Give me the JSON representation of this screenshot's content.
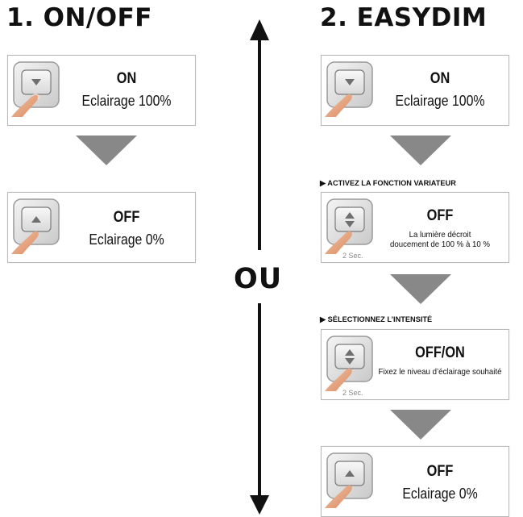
{
  "left": {
    "heading": "1. ON/OFF",
    "cards": [
      {
        "title": "ON",
        "sub": "Eclairage 100%",
        "button": "down"
      },
      {
        "title": "OFF",
        "sub": "Eclairage 0%",
        "button": "up"
      }
    ]
  },
  "divider": {
    "label": "OU"
  },
  "right": {
    "heading": "2. EASYDIM",
    "step1_label": "▶ ACTIVEZ LA FONCTION VARIATEUR",
    "step2_label": "▶ SÉLECTIONNEZ L’INTENSITÉ",
    "cards": [
      {
        "title": "ON",
        "sub": "Eclairage 100%",
        "button": "down"
      },
      {
        "title": "OFF",
        "sub_line1": "La lumière décroit",
        "sub_line2": "doucement de 100 % à 10 %",
        "sec": "2 Sec.",
        "button": "updown"
      },
      {
        "title": "OFF/ON",
        "sub": "Fixez le niveau d’éclairage souhaité",
        "sec": "2 Sec.",
        "button": "updown"
      },
      {
        "title": "OFF",
        "sub": "Eclairage 0%",
        "button": "up"
      }
    ]
  },
  "colors": {
    "arrow": "#888888",
    "border": "#b9b9b9",
    "button_face": "#6f6f6f",
    "finger": "#e8a07a"
  }
}
